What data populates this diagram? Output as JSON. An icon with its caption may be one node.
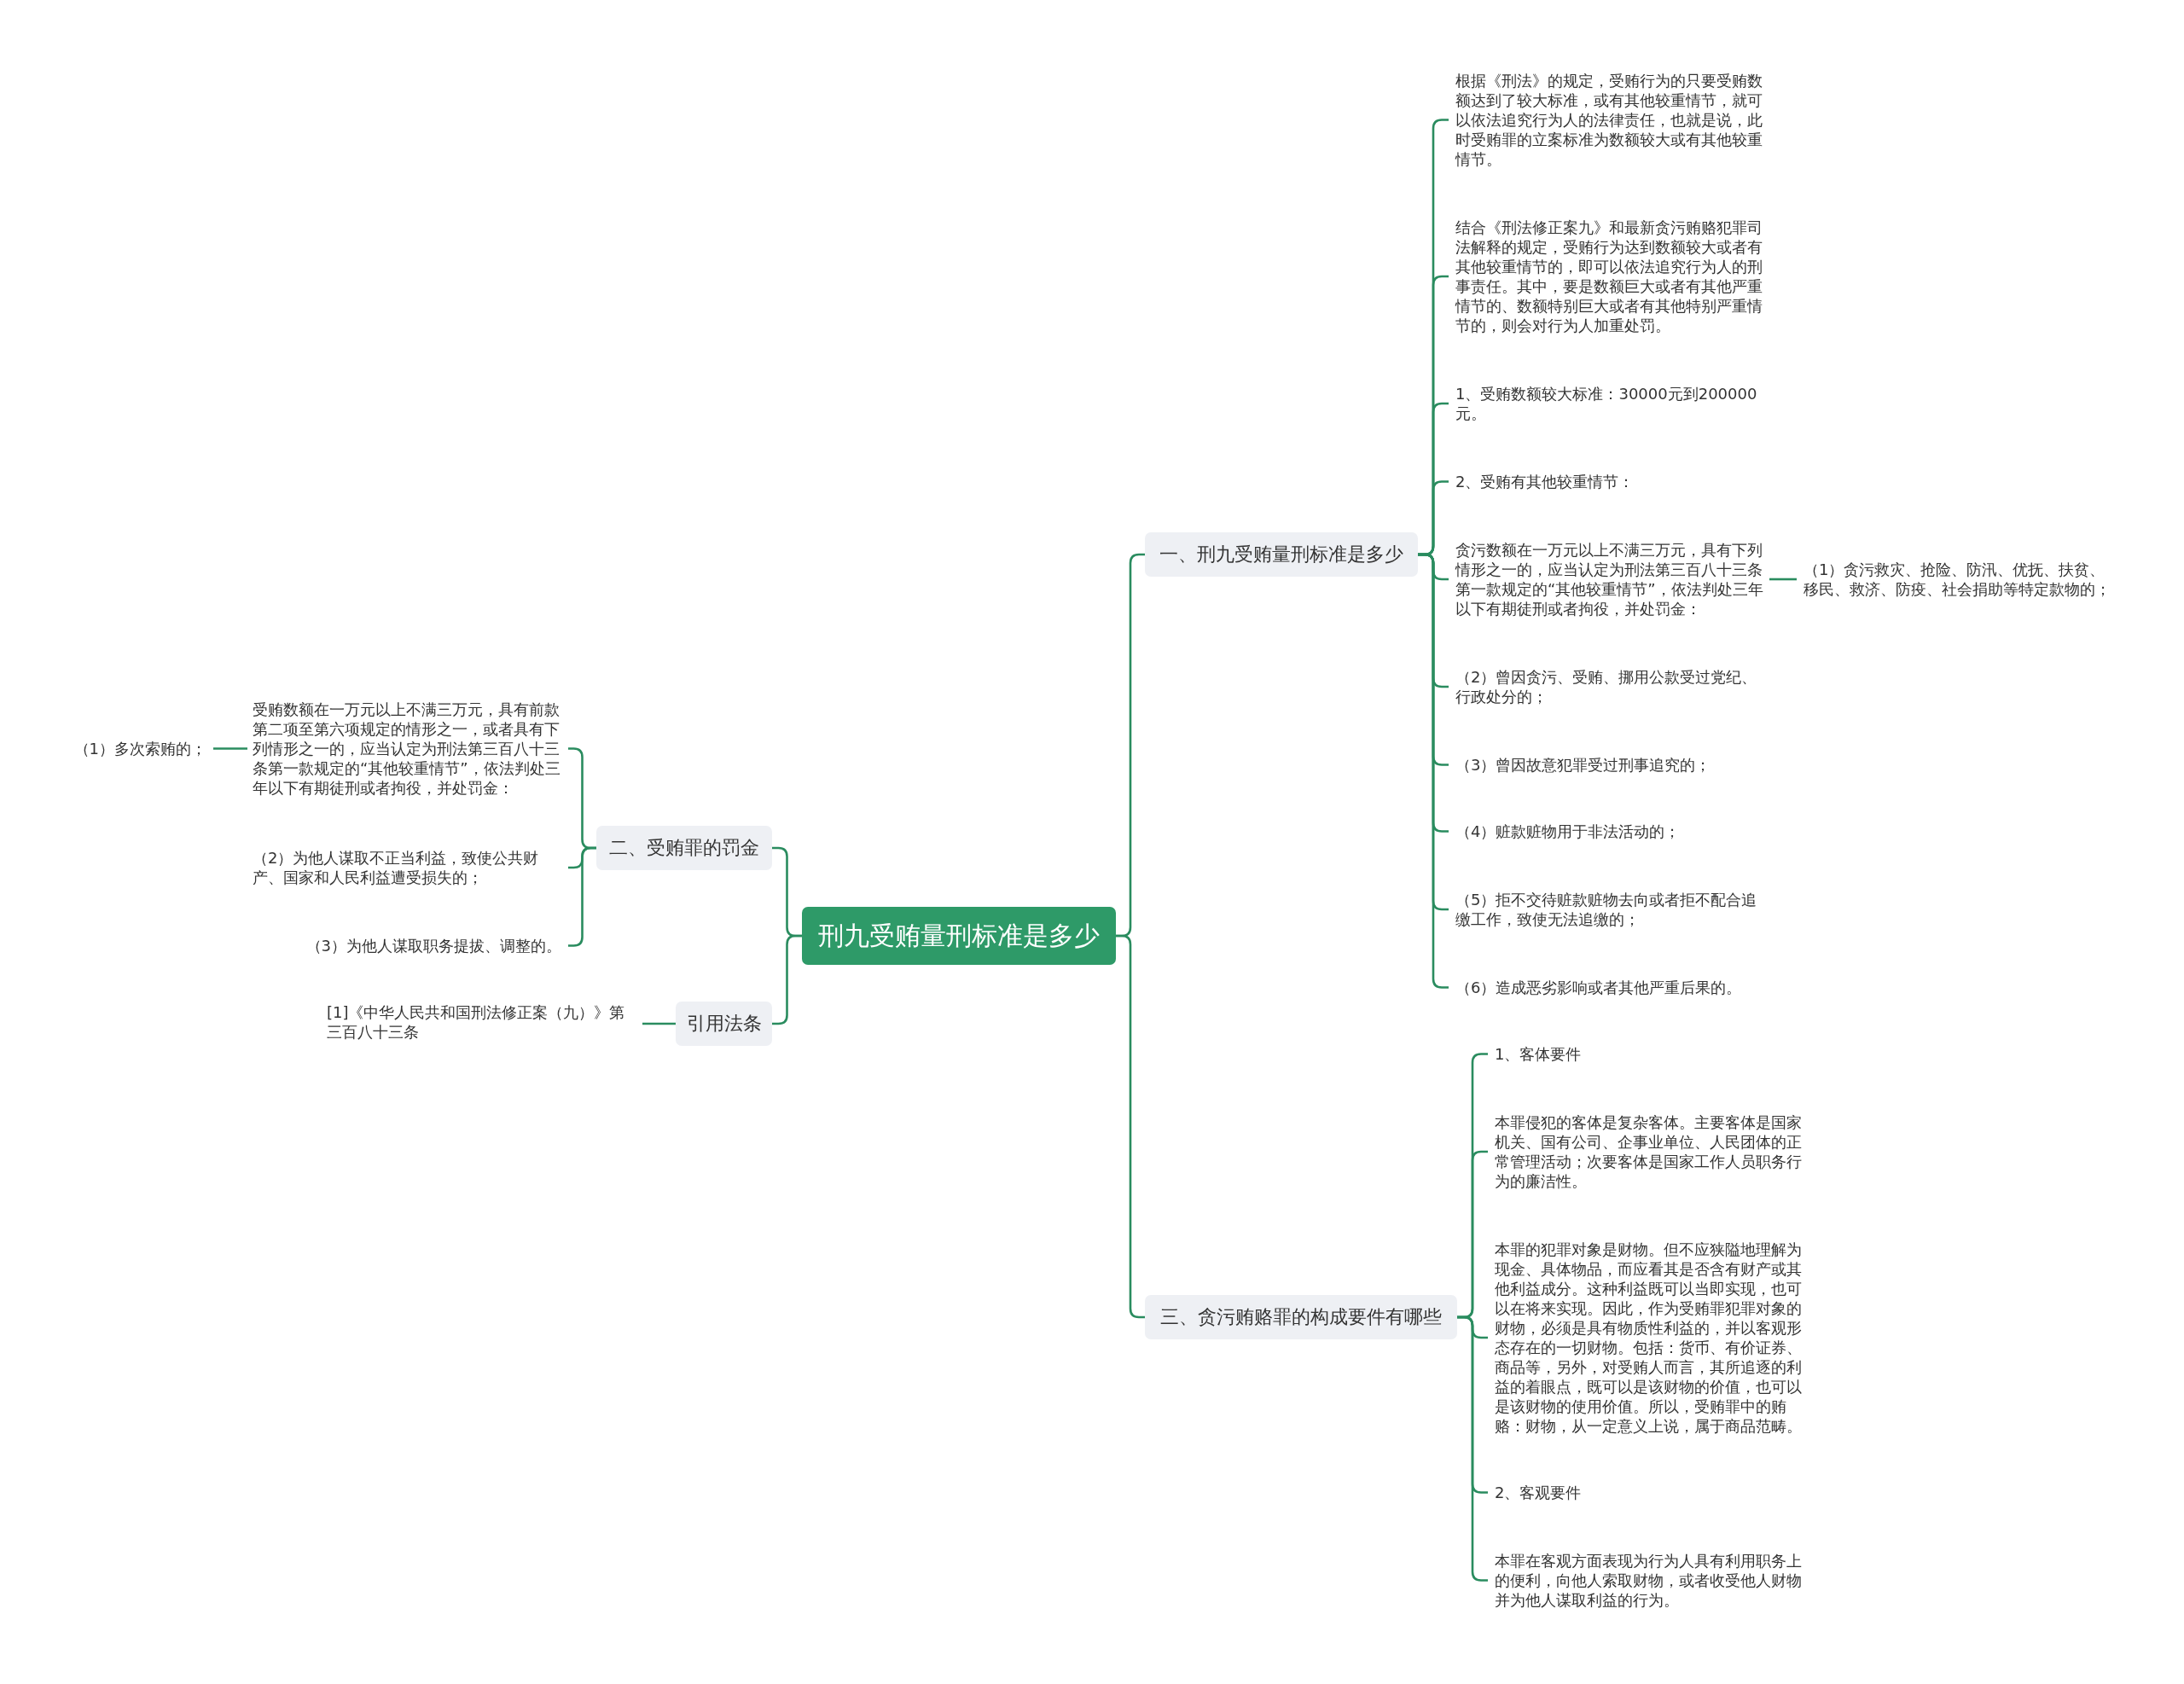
{
  "diagram": {
    "nodes": [
      {
        "text": [
          "刑九受贿量刑标准是多少"
        ]
      },
      {
        "text": [
          "一、刑九受贿量刑标准是多少"
        ]
      },
      {
        "text": [
          "根据《刑法》的规定，受贿行为的只要受贿数额达到了较大标准，或有其他较重情节，就可以依法追究行为人的法律责任，也就是说，此时受贿罪的立案标准为数额较大或有其他较重情节。"
        ]
      },
      {
        "text": [
          "结合《刑法修正案九》和最新贪污贿赂犯罪司法解释的规定，受贿行为达到数额较大或者有其他较重情节的，即可以依法追究行为人的刑事责任。其中，要是数额巨大或者有其他严重情节的、数额特别巨大或者有其他特别严重情节的，则会对行为人加重处罚。"
        ]
      },
      {
        "text": [
          "1、受贿数额较大标准：30000元到200000元。"
        ]
      },
      {
        "text": [
          "2、受贿有其他较重情节："
        ]
      },
      {
        "text": [
          "贪污数额在一万元以上不满三万元，具有下列情形之一的，应当认定为刑法第三百八十三条第一款规定的“其他较重情节”，依法判处三年以下有期徒刑或者拘役，并处罚金："
        ]
      },
      {
        "text": [
          "（1）贪污救灾、抢险、防汛、优抚、扶贫、移民、救济、防疫、社会捐助等特定款物的；"
        ]
      },
      {
        "text": [
          "（2）曾因贪污、受贿、挪用公款受过党纪、行政处分的；"
        ]
      },
      {
        "text": [
          "（3）曾因故意犯罪受过刑事追究的；"
        ]
      },
      {
        "text": [
          "（4）赃款赃物用于非法活动的；"
        ]
      },
      {
        "text": [
          "（5）拒不交待赃款赃物去向或者拒不配合追缴工作，致使无法追缴的；"
        ]
      },
      {
        "text": [
          "（6）造成恶劣影响或者其他严重后果的。"
        ]
      },
      {
        "text": [
          "二、受贿罪的罚金"
        ]
      },
      {
        "text": [
          "受贿数额在一万元以上不满三万元，具有前款第二项至第六项规定的情形之一，或者具有下列情形之一的，应当认定为刑法第三百八十三条第一款规定的“其他较重情节”，依法判处三年以下有期徒刑或者拘役，并处罚金："
        ]
      },
      {
        "text": [
          "（1）多次索贿的；"
        ]
      },
      {
        "text": [
          "（2）为他人谋取不正当利益，致使公共财产、国家和人民利益遭受损失的；"
        ]
      },
      {
        "text": [
          "（3）为他人谋取职务提拔、调整的。"
        ]
      },
      {
        "text": [
          "引用法条"
        ]
      },
      {
        "text": [
          "[1]《中华人民共和国刑法修正案（九）》第三百八十三条"
        ]
      },
      {
        "text": [
          "三、贪污贿赂罪的构成要件有哪些"
        ]
      },
      {
        "text": [
          "1、客体要件"
        ]
      },
      {
        "text": [
          "本罪侵犯的客体是复杂客体。主要客体是国家机关、国有公司、企事业单位、人民团体的正常管理活动；次要客体是国家工作人员职务行为的廉洁性。"
        ]
      },
      {
        "text": [
          "本罪的犯罪对象是财物。但不应狭隘地理解为现金、具体物品，而应看其是否含有财产或其他利益成分。这种利益既可以当即实现，也可以在将来实现。因此，作为受贿罪犯罪对象的财物，必须是具有物质性利益的，并以客观形态存在的一切财物。包括：货币、有价证券、商品等，另外，对受贿人而言，其所追逐的利益的着眼点，既可以是该财物的价值，也可以是该财物的使用价值。所以，受贿罪中的贿赂：财物，从一定意义上说，属于商品范畴。"
        ]
      },
      {
        "text": [
          "2、客观要件"
        ]
      },
      {
        "text": [
          "本罪在客观方面表现为行为人具有利用职务上的便利，向他人索取财物，或者收受他人财物并为他人谋取利益的行为。"
        ]
      }
    ],
    "edges": [
      {
        "from": 0,
        "to": 1,
        "arrow": "none"
      },
      {
        "from": 1,
        "to": 2,
        "arrow": "none"
      },
      {
        "from": 1,
        "to": 3,
        "arrow": "none"
      },
      {
        "from": 1,
        "to": 4,
        "arrow": "none"
      },
      {
        "from": 1,
        "to": 5,
        "arrow": "none"
      },
      {
        "from": 1,
        "to": 6,
        "arrow": "none"
      },
      {
        "from": 6,
        "to": 7,
        "arrow": "none"
      },
      {
        "from": 1,
        "to": 8,
        "arrow": "none"
      },
      {
        "from": 1,
        "to": 9,
        "arrow": "none"
      },
      {
        "from": 1,
        "to": 10,
        "arrow": "none"
      },
      {
        "from": 1,
        "to": 11,
        "arrow": "none"
      },
      {
        "from": 1,
        "to": 12,
        "arrow": "none"
      },
      {
        "from": 0,
        "to": 13,
        "arrow": "none"
      },
      {
        "from": 13,
        "to": 14,
        "arrow": "none"
      },
      {
        "from": 14,
        "to": 15,
        "arrow": "none"
      },
      {
        "from": 13,
        "to": 16,
        "arrow": "none"
      },
      {
        "from": 13,
        "to": 17,
        "arrow": "none"
      },
      {
        "from": 0,
        "to": 18,
        "arrow": "none"
      },
      {
        "from": 18,
        "to": 19,
        "arrow": "none"
      },
      {
        "from": 0,
        "to": 20,
        "arrow": "none"
      },
      {
        "from": 20,
        "to": 21,
        "arrow": "none"
      },
      {
        "from": 20,
        "to": 22,
        "arrow": "none"
      },
      {
        "from": 20,
        "to": 23,
        "arrow": "none"
      },
      {
        "from": 20,
        "to": 24,
        "arrow": "none"
      },
      {
        "from": 20,
        "to": 25,
        "arrow": "none"
      }
    ]
  }
}
